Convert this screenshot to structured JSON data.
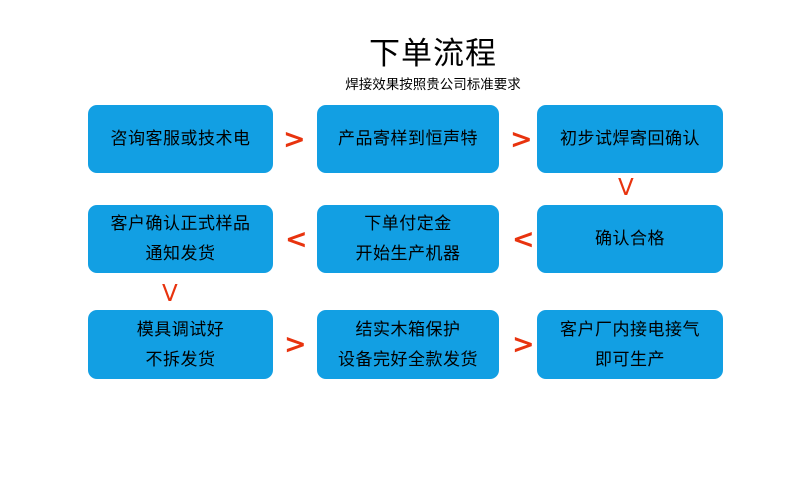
{
  "header": {
    "title": "下单流程",
    "subtitle": "焊接效果按照贵公司标准要求"
  },
  "colors": {
    "box_fill": "#129FE3",
    "arrow": "#E8330E",
    "background": "#FFFFFF",
    "text": "#000000"
  },
  "flow": {
    "rows": [
      {
        "row_index": 1,
        "boxes": [
          {
            "id": "step-1",
            "lines": [
              "咨询客服或技术电"
            ]
          },
          {
            "id": "step-2",
            "lines": [
              "产品寄样到恒声特"
            ]
          },
          {
            "id": "step-3",
            "lines": [
              "初步试焊寄回确认"
            ]
          }
        ],
        "connectors": [
          {
            "id": "arrow-r1-c1-c2",
            "glyph": ">",
            "direction": "right"
          },
          {
            "id": "arrow-r1-c2-c3",
            "glyph": ">",
            "direction": "right"
          }
        ]
      },
      {
        "row_index": 2,
        "boxes": [
          {
            "id": "step-6",
            "lines": [
              "客户确认正式样品",
              "通知发货"
            ]
          },
          {
            "id": "step-5",
            "lines": [
              "下单付定金",
              "开始生产机器"
            ]
          },
          {
            "id": "step-4",
            "lines": [
              "确认合格"
            ]
          }
        ],
        "connectors": [
          {
            "id": "arrow-r2-c2-c1",
            "glyph": "<",
            "direction": "left"
          },
          {
            "id": "arrow-r2-c3-c2",
            "glyph": "<",
            "direction": "left"
          }
        ]
      },
      {
        "row_index": 3,
        "boxes": [
          {
            "id": "step-7",
            "lines": [
              "模具调试好",
              "不拆发货"
            ]
          },
          {
            "id": "step-8",
            "lines": [
              "结实木箱保护",
              "设备完好全款发货"
            ]
          },
          {
            "id": "step-9",
            "lines": [
              "客户厂内接电接气",
              "即可生产"
            ]
          }
        ],
        "connectors": [
          {
            "id": "arrow-r3-c1-c2",
            "glyph": ">",
            "direction": "right"
          },
          {
            "id": "arrow-r3-c2-c3",
            "glyph": ">",
            "direction": "right"
          }
        ]
      }
    ],
    "vertical_connectors": [
      {
        "id": "arrow-col3-row1-row2",
        "glyph": "V",
        "direction": "down"
      },
      {
        "id": "arrow-col1-row2-row3",
        "glyph": "V",
        "direction": "down"
      }
    ]
  }
}
